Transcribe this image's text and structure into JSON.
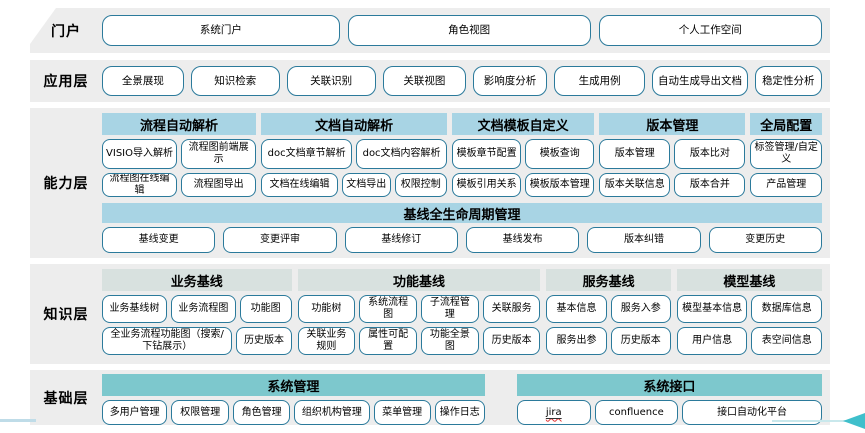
{
  "colors": {
    "band_background": "#EDEDED",
    "chip_border": "#2B7A9B",
    "capability_header": "#A8D4E4",
    "knowledge_header": "#D8E1DF",
    "foundation_header": "#7DC8CD",
    "accent_line_left": "#BFDCE8",
    "arrow_teal": "#3FBFCB",
    "jira_squiggle_red": "#E03131"
  },
  "portal": {
    "label": "门户",
    "items": [
      "系统门户",
      "角色视图",
      "个人工作空间"
    ]
  },
  "application": {
    "label": "应用层",
    "items": [
      "全景展现",
      "知识检索",
      "关联识别",
      "关联视图",
      "影响度分析",
      "生成用例",
      "自动生成导出文档",
      "稳定性分析"
    ]
  },
  "capability": {
    "label": "能力层",
    "groups": [
      {
        "title": "流程自动解析",
        "rows": [
          [
            "VISIO导入解析",
            "流程图前端展示"
          ],
          [
            "流程图在线编辑",
            "流程图导出"
          ]
        ]
      },
      {
        "title": "文档自动解析",
        "rows": [
          [
            "doc文档章节解析",
            "doc文档内容解析"
          ],
          [
            "文档在线编辑",
            "文档导出",
            "权限控制"
          ]
        ]
      },
      {
        "title": "文档模板自定义",
        "rows": [
          [
            "模板章节配置",
            "模板查询"
          ],
          [
            "模板引用关系",
            "模板版本管理"
          ]
        ]
      },
      {
        "title": "版本管理",
        "rows": [
          [
            "版本管理",
            "版本比对"
          ],
          [
            "版本关联信息",
            "版本合并"
          ]
        ]
      },
      {
        "title": "全局配置",
        "rows": [
          [
            "标签管理/自定义"
          ],
          [
            "产品管理"
          ]
        ]
      }
    ],
    "baseline": {
      "title": "基线全生命周期管理",
      "items": [
        "基线变更",
        "变更评审",
        "基线修订",
        "基线发布",
        "版本纠错",
        "变更历史"
      ]
    }
  },
  "knowledge": {
    "label": "知识层",
    "groups": [
      {
        "title": "业务基线",
        "rows": [
          [
            "业务基线树",
            "业务流程图",
            "功能图"
          ],
          [
            "全业务流程功能图（搜索/下钻展示）",
            "历史版本"
          ]
        ]
      },
      {
        "title": "功能基线",
        "rows": [
          [
            "功能树",
            "系统流程图",
            "子流程管理",
            "关联服务"
          ],
          [
            "关联业务规则",
            "属性可配置",
            "功能全景图",
            "历史版本"
          ]
        ]
      },
      {
        "title": "服务基线",
        "rows": [
          [
            "基本信息",
            "服务入参"
          ],
          [
            "服务出参",
            "历史版本"
          ]
        ]
      },
      {
        "title": "模型基线",
        "rows": [
          [
            "模型基本信息",
            "数据库信息"
          ],
          [
            "用户信息",
            "表空间信息"
          ]
        ]
      }
    ]
  },
  "foundation": {
    "label": "基础层",
    "groups": [
      {
        "title": "系统管理",
        "items": [
          "多用户管理",
          "权限管理",
          "角色管理",
          "组织机构管理",
          "菜单管理",
          "操作日志"
        ]
      },
      {
        "title": "系统接口",
        "items": [
          "jira",
          "confluence",
          "接口自动化平台"
        ]
      }
    ]
  }
}
